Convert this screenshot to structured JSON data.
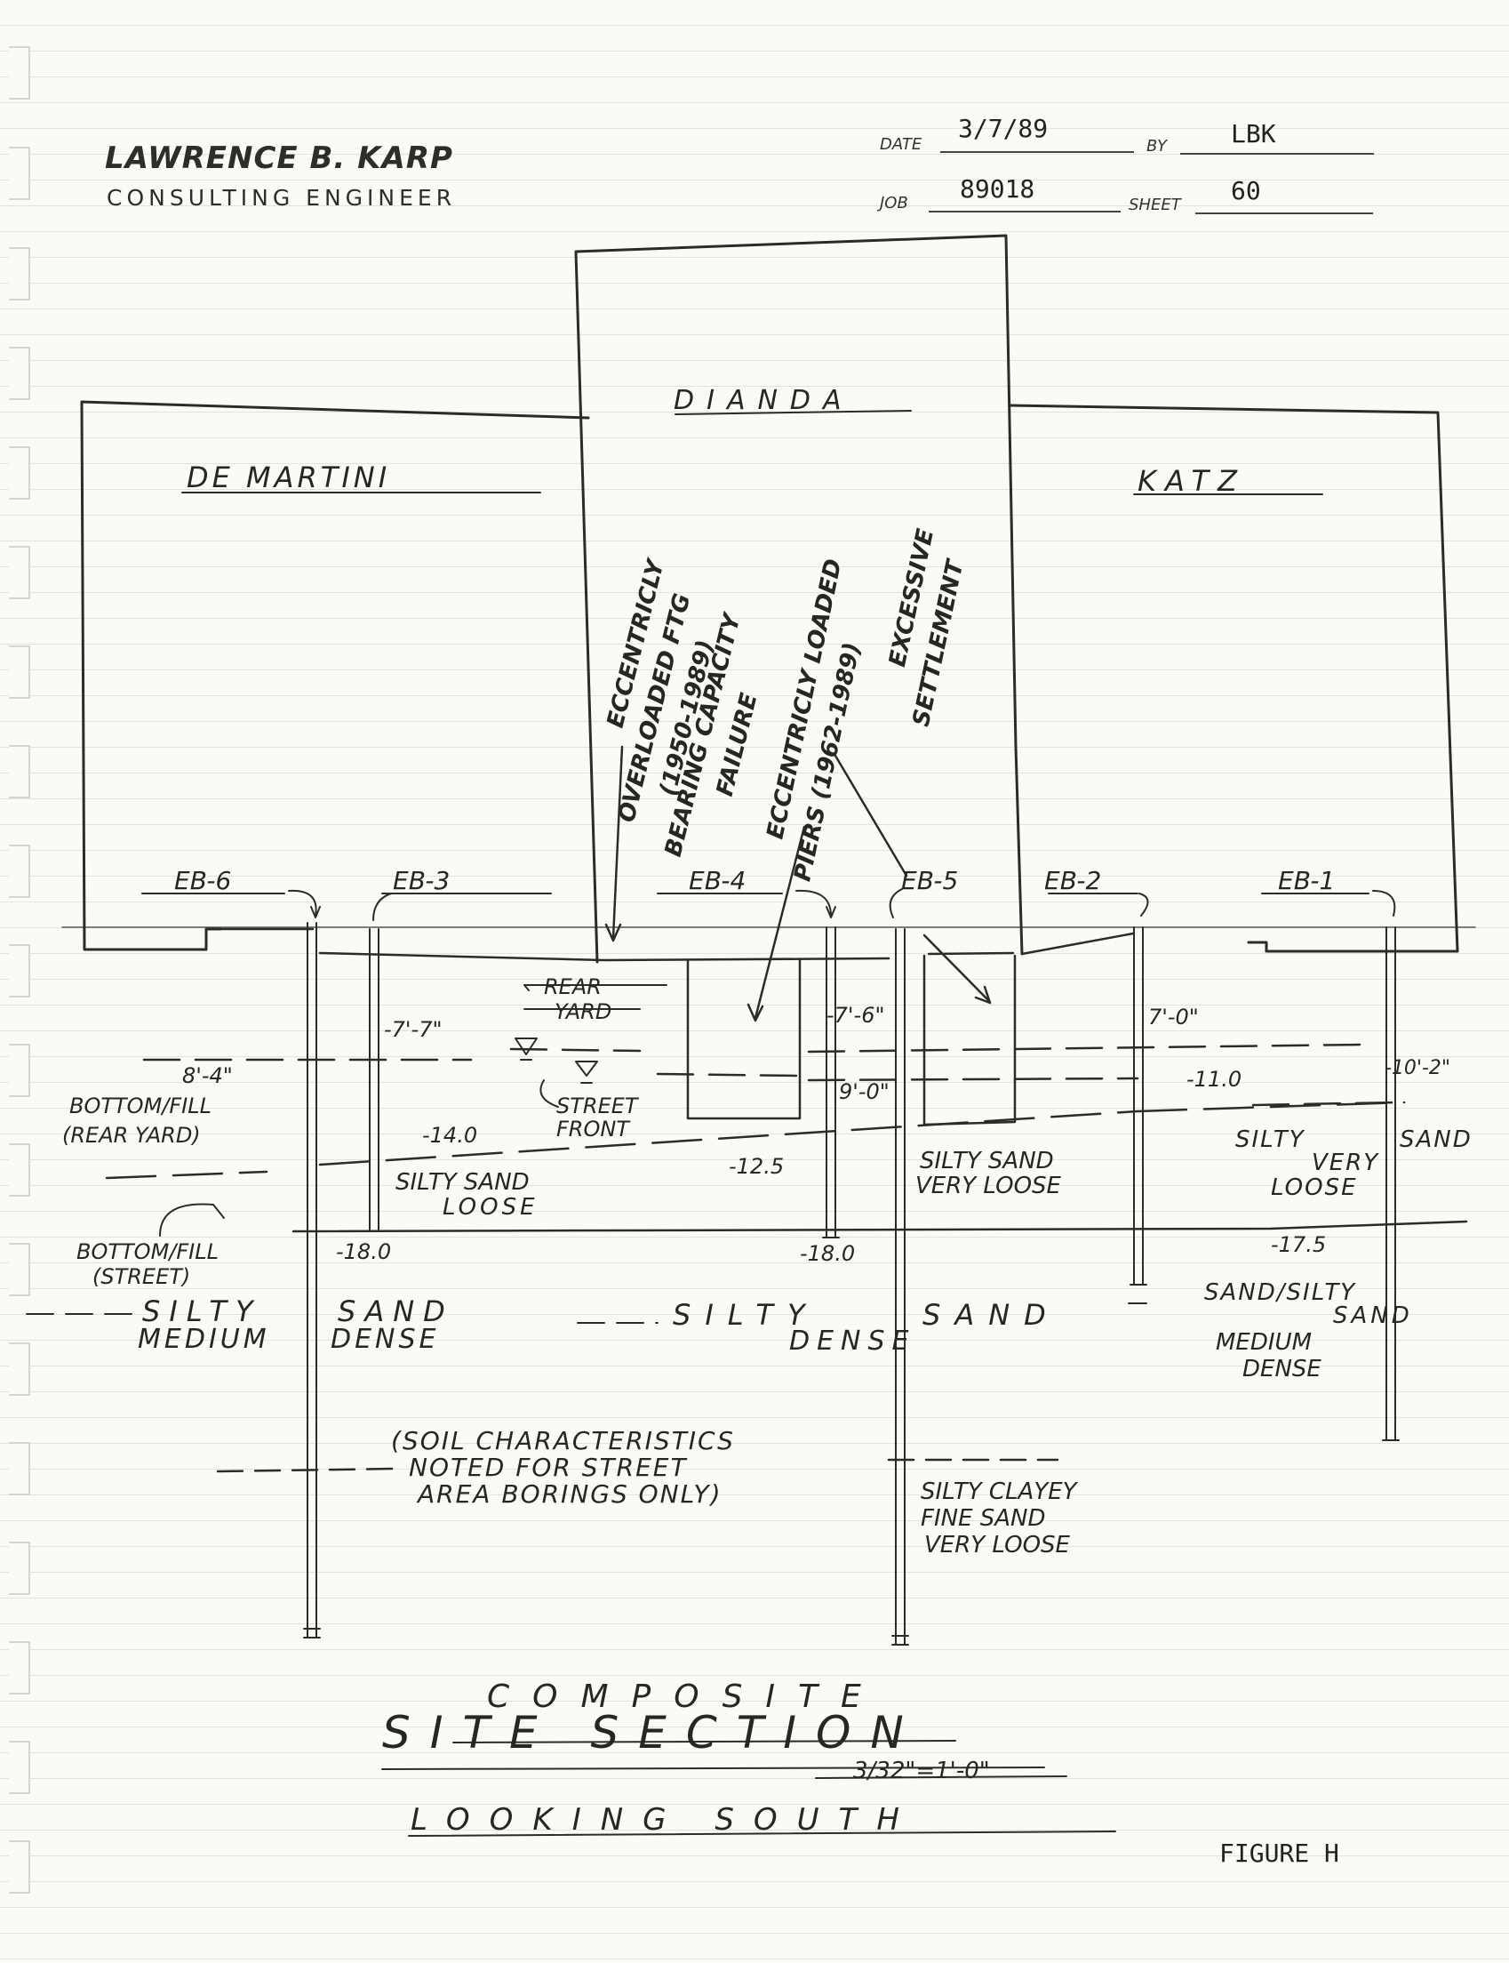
{
  "header": {
    "company": "LAWRENCE B. KARP",
    "subtitle": "CONSULTING ENGINEER",
    "date_label": "DATE",
    "date_value": "3/7/89",
    "by_label": "BY",
    "by_value": "LBK",
    "job_label": "JOB",
    "job_value": "89018",
    "sheet_label": "SHEET",
    "sheet_value": "60"
  },
  "buildings": {
    "left": "DE MARTINI",
    "center": "DIANDA",
    "right": "KATZ"
  },
  "notes": {
    "footing_1": "ECCENTRICLY",
    "footing_2": "OVERLOADED FTG",
    "footing_3": "(1950-1989)",
    "failure_1": "BEARING CAPACITY",
    "failure_2": "FAILURE",
    "piers_1": "ECCENTRICLY LOADED",
    "piers_2": "PIERS (1962-1989)",
    "settle_1": "EXCESSIVE",
    "settle_2": "SETTLEMENT"
  },
  "borings": {
    "eb6": "EB-6",
    "eb3": "EB-3",
    "eb4": "EB-4",
    "eb5": "EB-5",
    "eb2": "EB-2",
    "eb1": "EB-1"
  },
  "elevations": {
    "e1": "-7'-7\"",
    "e2": "8'-4\"",
    "e3": "-14.0",
    "e4": "-18.0",
    "e5": "-7'-6\"",
    "e6": "9'-0\"",
    "e7": "-12.5",
    "e8": "-18.0",
    "e9": "7'-0\"",
    "e10": "-11.0",
    "e11": "-10'-2\"",
    "e12": "-17.5"
  },
  "labels": {
    "rear_yard_1": "REAR",
    "rear_yard_2": "YARD",
    "street_front_1": "STREET",
    "street_front_2": "FRONT",
    "bottom_fill_rear_1": "BOTTOM/FILL",
    "bottom_fill_rear_2": "(REAR YARD)",
    "bottom_fill_street_1": "BOTTOM/FILL",
    "bottom_fill_street_2": "(STREET)"
  },
  "soils": {
    "silty_sand_loose_1": "SILTY SAND",
    "silty_sand_loose_2": "LOOSE",
    "silty_sand_very_loose_1": "SILTY SAND",
    "silty_sand_very_loose_2": "VERY LOOSE",
    "silty_sand_very_loose_r1": "SILTY",
    "silty_sand_very_loose_r2": "SAND",
    "silty_sand_very_loose_r3": "VERY",
    "silty_sand_very_loose_r4": "LOOSE",
    "silty_sand_medium_dense_1": "SILTY",
    "silty_sand_medium_dense_2": "SAND",
    "silty_sand_medium_dense_3": "MEDIUM",
    "silty_sand_medium_dense_4": "DENSE",
    "silty_sand_dense_1": "SILTY",
    "silty_sand_dense_2": "SAND",
    "silty_sand_dense_3": "DENSE",
    "sand_silty_1": "SAND/SILTY",
    "sand_silty_2": "SAND",
    "sand_silty_3": "MEDIUM",
    "sand_silty_4": "DENSE",
    "clayey_1": "SILTY CLAYEY",
    "clayey_2": "FINE SAND",
    "clayey_3": "VERY LOOSE",
    "soil_note_1": "(SOIL CHARACTERISTICS",
    "soil_note_2": "NOTED FOR STREET",
    "soil_note_3": "AREA BORINGS ONLY)"
  },
  "title": {
    "line1": "COMPOSITE",
    "line2": "SITE SECTION",
    "scale": "3/32\"=1'-0\"",
    "line3": "LOOKING SOUTH"
  },
  "figure_label": "FIGURE H"
}
